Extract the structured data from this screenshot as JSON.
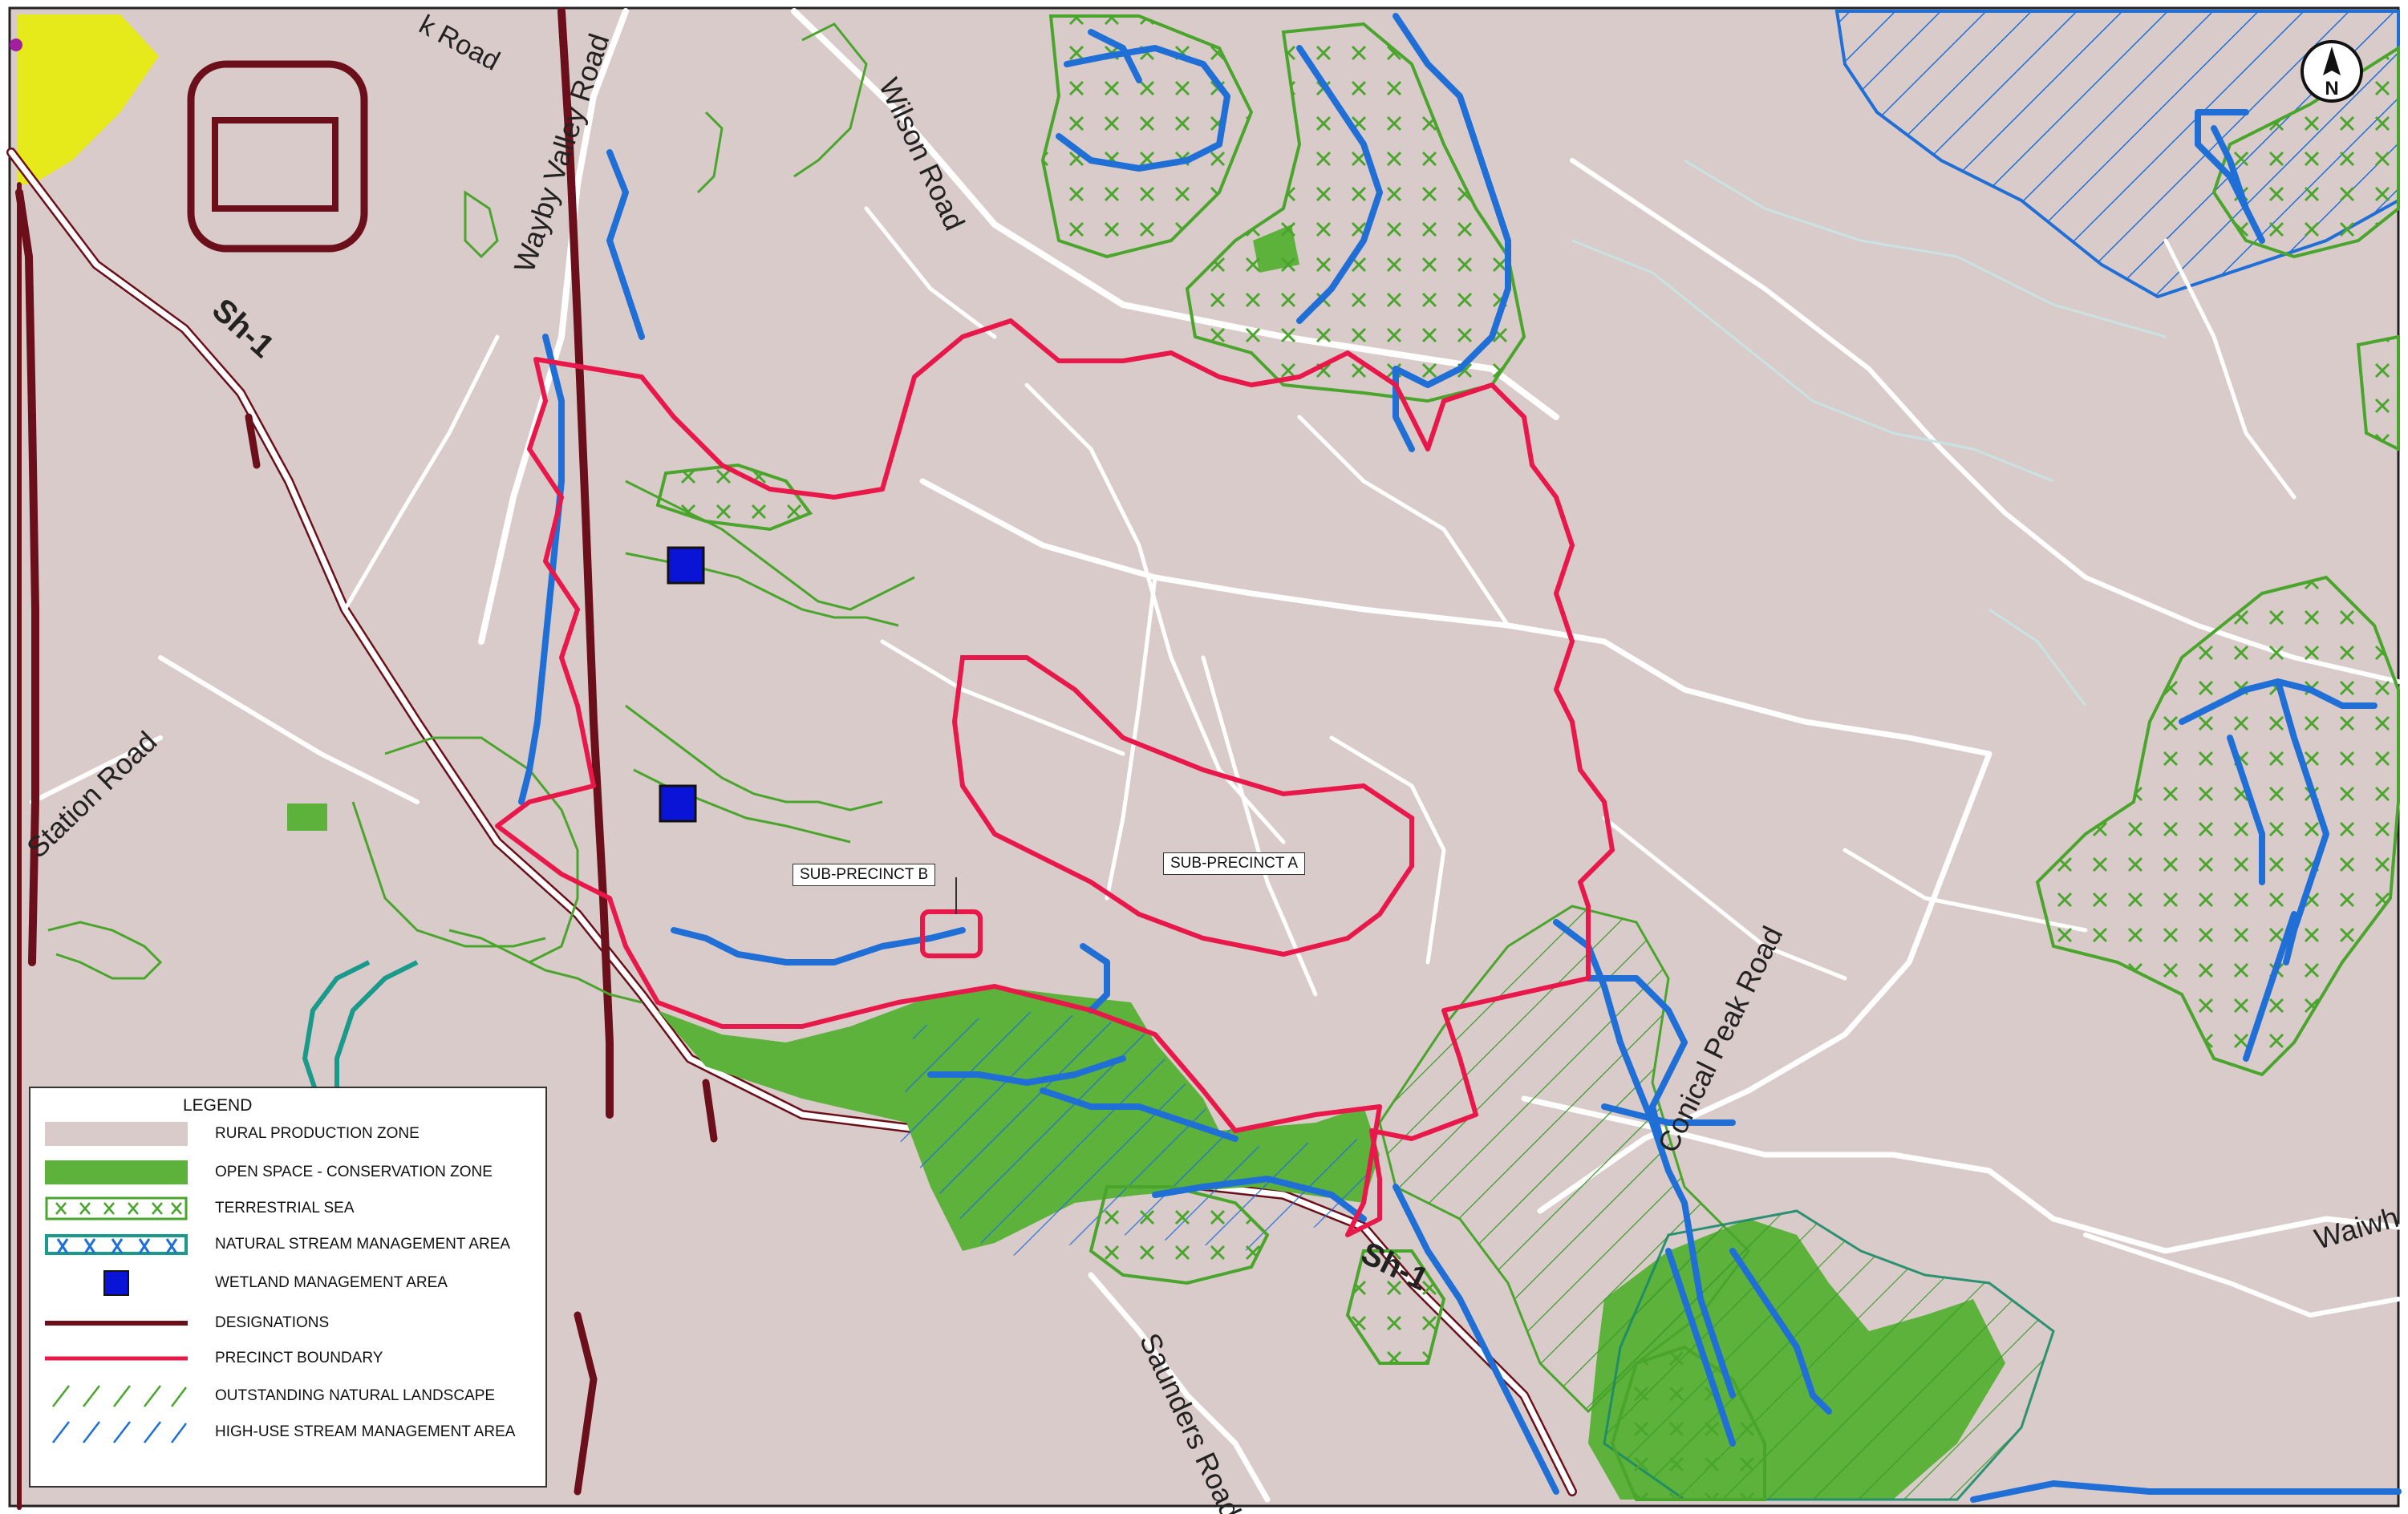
{
  "map": {
    "road_labels": {
      "wilson": "Wilson Road",
      "wayby_valley": "Wayby Valley Road",
      "top_road": "k Road",
      "station": "Station Road",
      "sh1_north": "Sh-1",
      "sh1_south": "Sh-1",
      "saunders": "Saunders Road",
      "conical_peak": "Conical Peak Road",
      "waiwh": "Waiwh"
    },
    "callouts": {
      "sub_precinct_a": "SUB-PRECINCT A",
      "sub_precinct_b": "SUB-PRECINCT B"
    },
    "north_arrow_label": "N",
    "colors": {
      "rural_zone": "#d9cbc9",
      "open_space": "#5cb23a",
      "terrestrial": "#4aa52c",
      "stream": "#1f6fd6",
      "precinct": "#e8194a",
      "designation": "#6b0f1a",
      "road": "#ffffff",
      "wetland": "#0a14d6",
      "yellow_zone": "#e6ea1a"
    }
  },
  "legend": {
    "title": "LEGEND",
    "items": [
      {
        "label": "RURAL PRODUCTION ZONE",
        "swatch": "rural"
      },
      {
        "label": "OPEN SPACE - CONSERVATION ZONE",
        "swatch": "open-space"
      },
      {
        "label": "TERRESTRIAL SEA",
        "swatch": "terrestrial"
      },
      {
        "label": "NATURAL STREAM MANAGEMENT AREA",
        "swatch": "stream-mgmt"
      },
      {
        "label": "WETLAND MANAGEMENT AREA",
        "swatch": "wetland"
      },
      {
        "label": "DESIGNATIONS",
        "swatch": "designation"
      },
      {
        "label": "PRECINCT BOUNDARY",
        "swatch": "precinct"
      },
      {
        "label": "OUTSTANDING NATURAL LANDSCAPE",
        "swatch": "onl"
      },
      {
        "label": "HIGH-USE STREAM MANAGEMENT AREA",
        "swatch": "high-use"
      }
    ]
  }
}
